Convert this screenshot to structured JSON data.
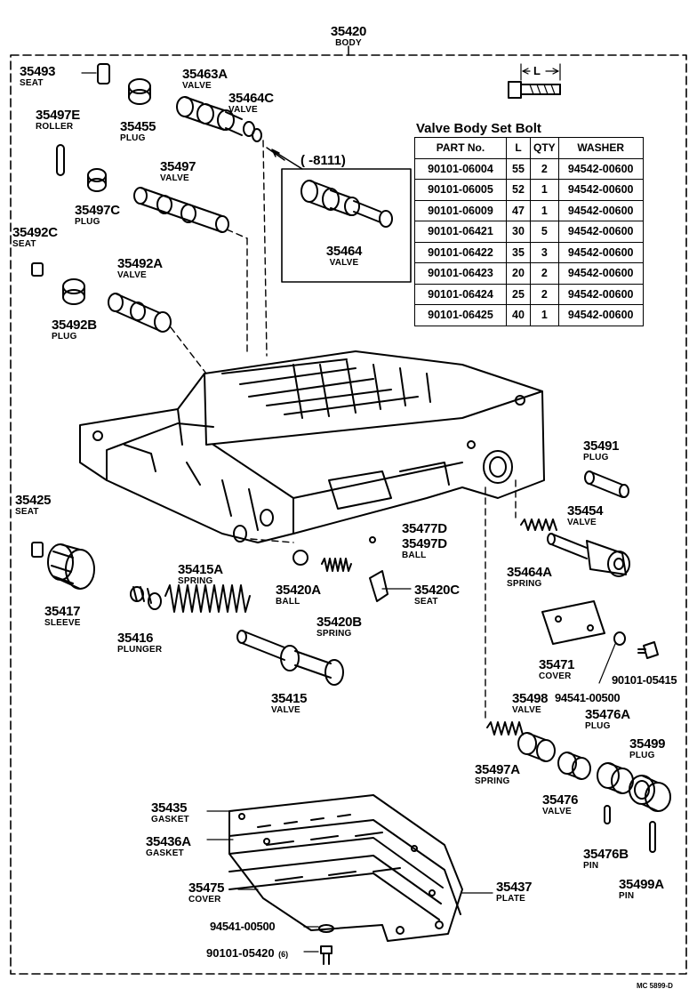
{
  "header": {
    "part_no": "35420",
    "part_name": "BODY"
  },
  "bolt_table": {
    "title": "Valve Body Set Bolt",
    "dimension_label": "L",
    "columns": [
      "PART No.",
      "L",
      "QTY",
      "WASHER"
    ],
    "rows": [
      [
        "90101-06004",
        "55",
        "2",
        "94542-00600"
      ],
      [
        "90101-06005",
        "52",
        "1",
        "94542-00600"
      ],
      [
        "90101-06009",
        "47",
        "1",
        "94542-00600"
      ],
      [
        "90101-06421",
        "30",
        "5",
        "94542-00600"
      ],
      [
        "90101-06422",
        "35",
        "3",
        "94542-00600"
      ],
      [
        "90101-06423",
        "20",
        "2",
        "94542-00600"
      ],
      [
        "90101-06424",
        "25",
        "2",
        "94542-00600"
      ],
      [
        "90101-06425",
        "40",
        "1",
        "94542-00600"
      ]
    ]
  },
  "inset": {
    "range": "(     -8111)",
    "part_no": "35464",
    "part_name": "VALVE"
  },
  "parts": [
    {
      "no": "35493",
      "name": "SEAT"
    },
    {
      "no": "35463A",
      "name": "VALVE"
    },
    {
      "no": "35464C",
      "name": "VALVE"
    },
    {
      "no": "35497E",
      "name": "ROLLER"
    },
    {
      "no": "35455",
      "name": "PLUG"
    },
    {
      "no": "35497",
      "name": "VALVE"
    },
    {
      "no": "35497C",
      "name": "PLUG"
    },
    {
      "no": "35492C",
      "name": "SEAT"
    },
    {
      "no": "35492A",
      "name": "VALVE"
    },
    {
      "no": "35492B",
      "name": "PLUG"
    },
    {
      "no": "35491",
      "name": "PLUG"
    },
    {
      "no": "35425",
      "name": "SEAT"
    },
    {
      "no": "35454",
      "name": "VALVE"
    },
    {
      "no": "35477D",
      "name": ""
    },
    {
      "no": "35497D",
      "name": "BALL"
    },
    {
      "no": "35415A",
      "name": "SPRING"
    },
    {
      "no": "35464A",
      "name": "SPRING"
    },
    {
      "no": "35420A",
      "name": "BALL"
    },
    {
      "no": "35420C",
      "name": "SEAT"
    },
    {
      "no": "35417",
      "name": "SLEEVE"
    },
    {
      "no": "35420B",
      "name": "SPRING"
    },
    {
      "no": "35416",
      "name": "PLUNGER"
    },
    {
      "no": "35471",
      "name": "COVER"
    },
    {
      "no": "90101-05415",
      "name": ""
    },
    {
      "no": "35415",
      "name": "VALVE"
    },
    {
      "no": "94541-00500",
      "name": ""
    },
    {
      "no": "35498",
      "name": "VALVE"
    },
    {
      "no": "35476A",
      "name": "PLUG"
    },
    {
      "no": "35499",
      "name": "PLUG"
    },
    {
      "no": "35497A",
      "name": "SPRING"
    },
    {
      "no": "35476",
      "name": "VALVE"
    },
    {
      "no": "35435",
      "name": "GASKET"
    },
    {
      "no": "35436A",
      "name": "GASKET"
    },
    {
      "no": "35476B",
      "name": "PIN"
    },
    {
      "no": "35499A",
      "name": "PIN"
    },
    {
      "no": "35475",
      "name": "COVER"
    },
    {
      "no": "35437",
      "name": "PLATE"
    },
    {
      "no": "94541-00500",
      "name": ""
    },
    {
      "no": "90101-05420",
      "name": "(6)"
    }
  ],
  "footer": {
    "code": "MC 5899-D"
  }
}
